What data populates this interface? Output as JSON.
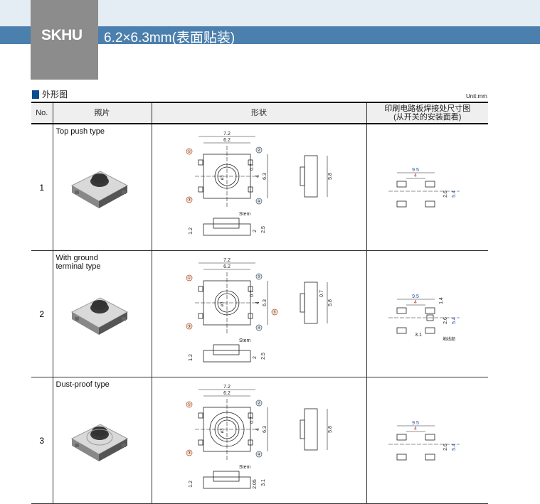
{
  "header": {
    "code": "SKHU",
    "subtitle": "6.2×6.3mm(表面贴装)"
  },
  "section": {
    "title": "外形图",
    "unit": "Unit:mm"
  },
  "table": {
    "columns": [
      "No.",
      "照片",
      "形状",
      "印刷电路板焊接处尺寸图\n(从开关的安装面看)"
    ],
    "rows": [
      {
        "no": "1",
        "type": "Top push type",
        "dims": {
          "w1": "7.2",
          "w2": "6.2",
          "h1": "0.7",
          "h2": "4",
          "h3": "6.3",
          "side": "5.8",
          "stem": "Stem",
          "b1": "1.2",
          "b2": "2",
          "b3": "2.5",
          "terminals": [
            "①",
            "②",
            "③",
            "④"
          ],
          "circle": "ø3"
        },
        "pcb": {
          "w1": "9.5",
          "w2": "4",
          "h1": "2.6",
          "h2": "5.4"
        },
        "photo_color": "#7a7a7a"
      },
      {
        "no": "2",
        "type": "With ground terminal type",
        "dims": {
          "w1": "7.2",
          "w2": "6.2",
          "h1": "0.7",
          "h2": "4",
          "h3": "6.3",
          "side": "5.8",
          "side2": "0.7",
          "stem": "Stem",
          "b1": "1.2",
          "b2": "2",
          "b3": "2.5",
          "terminals": [
            "①",
            "②",
            "③",
            "④",
            "⑤"
          ],
          "circle": "ø3"
        },
        "pcb": {
          "w1": "9.5",
          "w2": "4",
          "h1": "2.6",
          "h2": "5.4",
          "h3": "1.4",
          "w3": "3.1",
          "note": "地线部"
        },
        "photo_color": "#6a6a6a"
      },
      {
        "no": "3",
        "type": "Dust-proof type",
        "dims": {
          "w1": "7.2",
          "w2": "6.2",
          "h1": "0.7",
          "h2": "4",
          "h3": "6.3",
          "side": "5.8",
          "stem": "Stem",
          "b1": "1.2",
          "b2": "2.05",
          "b3": "3.1",
          "terminals": [
            "①",
            "②",
            "③",
            "④"
          ],
          "circle": "ø3"
        },
        "pcb": {
          "w1": "9.5",
          "w2": "4",
          "h1": "2.6",
          "h2": "5.4"
        },
        "photo_color": "#b5b5b5"
      }
    ]
  },
  "colors": {
    "accent": "#4b7fad",
    "dim_red": "#c0392b",
    "dim_blue": "#1f4f9a"
  }
}
